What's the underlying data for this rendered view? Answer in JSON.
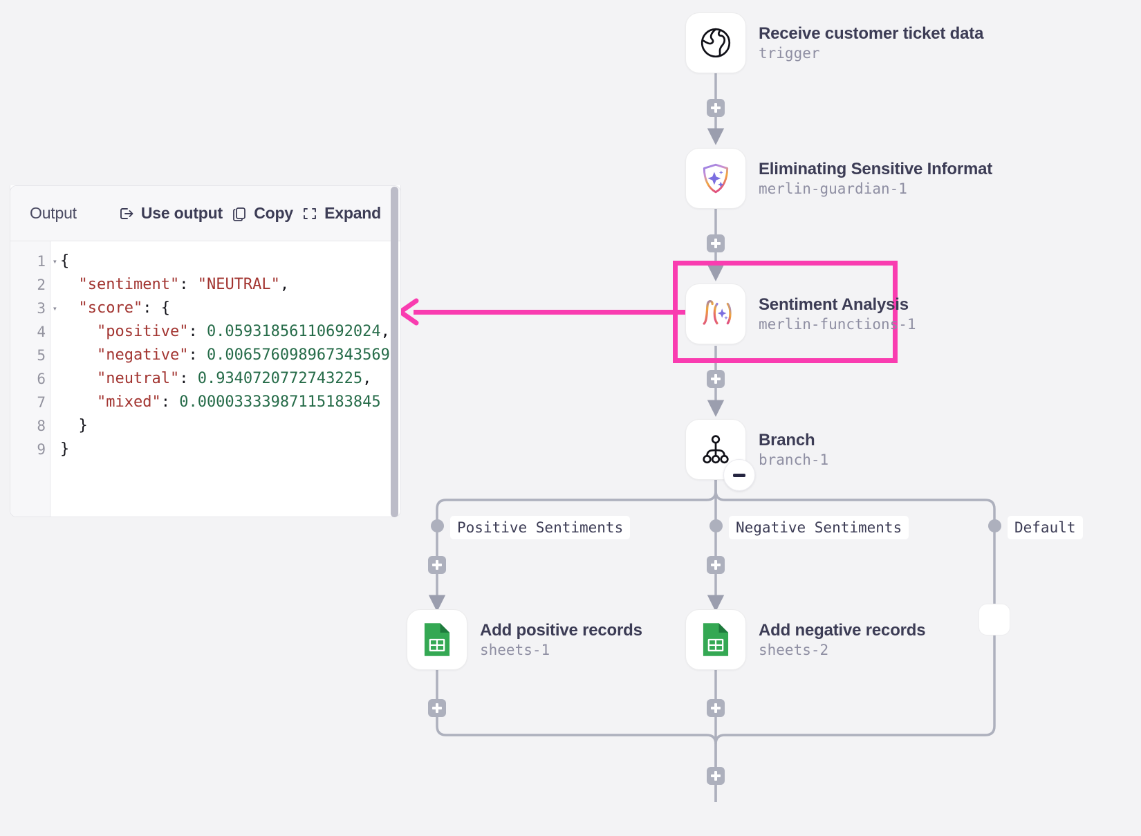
{
  "output_panel": {
    "toolbar": {
      "title": "Output",
      "use_output_label": "Use output",
      "use_output_icon": "arrow-out-of-box-icon",
      "copy_label": "Copy",
      "copy_icon": "copy-icon",
      "expand_label": "Expand",
      "expand_icon": "expand-corners-icon"
    },
    "code": {
      "language": "json",
      "line_numbers": [
        "1",
        "2",
        "3",
        "4",
        "5",
        "6",
        "7",
        "8",
        "9"
      ],
      "foldable_lines": [
        "1",
        "3"
      ],
      "lines": [
        {
          "n": "1",
          "indent": 0,
          "tokens": [
            {
              "t": "punct",
              "v": "{"
            }
          ]
        },
        {
          "n": "2",
          "indent": 1,
          "tokens": [
            {
              "t": "key",
              "v": "\"sentiment\""
            },
            {
              "t": "punct",
              "v": ": "
            },
            {
              "t": "str",
              "v": "\"NEUTRAL\""
            },
            {
              "t": "punct",
              "v": ","
            }
          ]
        },
        {
          "n": "3",
          "indent": 1,
          "tokens": [
            {
              "t": "key",
              "v": "\"score\""
            },
            {
              "t": "punct",
              "v": ": {"
            }
          ]
        },
        {
          "n": "4",
          "indent": 2,
          "tokens": [
            {
              "t": "key",
              "v": "\"positive\""
            },
            {
              "t": "punct",
              "v": ": "
            },
            {
              "t": "num",
              "v": "0.05931856110692024"
            },
            {
              "t": "punct",
              "v": ","
            }
          ]
        },
        {
          "n": "5",
          "indent": 2,
          "tokens": [
            {
              "t": "key",
              "v": "\"negative\""
            },
            {
              "t": "punct",
              "v": ": "
            },
            {
              "t": "num",
              "v": "0.006576098967343569"
            },
            {
              "t": "punct",
              "v": ","
            }
          ]
        },
        {
          "n": "6",
          "indent": 2,
          "tokens": [
            {
              "t": "key",
              "v": "\"neutral\""
            },
            {
              "t": "punct",
              "v": ": "
            },
            {
              "t": "num",
              "v": "0.9340720772743225"
            },
            {
              "t": "punct",
              "v": ","
            }
          ]
        },
        {
          "n": "7",
          "indent": 2,
          "tokens": [
            {
              "t": "key",
              "v": "\"mixed\""
            },
            {
              "t": "punct",
              "v": ": "
            },
            {
              "t": "num",
              "v": "0.00003333987115183845"
            }
          ]
        },
        {
          "n": "8",
          "indent": 1,
          "tokens": [
            {
              "t": "punct",
              "v": "}"
            }
          ]
        },
        {
          "n": "9",
          "indent": 0,
          "tokens": [
            {
              "t": "punct",
              "v": "}"
            }
          ]
        }
      ]
    }
  },
  "flow": {
    "nodes": [
      {
        "id": "trigger",
        "title": "Receive customer ticket data",
        "subtitle": "trigger",
        "icon": "globe-icon"
      },
      {
        "id": "guardian",
        "title": "Eliminating Sensitive Informat",
        "subtitle": "merlin-guardian-1",
        "icon": "sparkle-shield-icon"
      },
      {
        "id": "sentiment",
        "title": "Sentiment Analysis",
        "subtitle": "merlin-functions-1",
        "icon": "function-sparkle-icon"
      },
      {
        "id": "branch",
        "title": "Branch",
        "subtitle": "branch-1",
        "icon": "branch-tree-icon"
      },
      {
        "id": "sheets1",
        "title": "Add positive records",
        "subtitle": "sheets-1",
        "icon": "google-sheets-icon"
      },
      {
        "id": "sheets2",
        "title": "Add negative records",
        "subtitle": "sheets-2",
        "icon": "google-sheets-icon"
      }
    ],
    "branch_labels": [
      "Positive Sentiments",
      "Negative Sentiments",
      "Default"
    ],
    "collapse_badge": "minus-icon"
  },
  "annotation": {
    "highlight_color": "#f93cb0",
    "arrow_color": "#f93cb0",
    "highlight_target": "sentiment"
  },
  "colors": {
    "canvas_bg": "#f3f3f5",
    "edge": "#adb0bd",
    "node_title": "#3c3c55",
    "node_sub": "#8e8ea2",
    "json_key": "#a23430",
    "json_num": "#256b48"
  }
}
